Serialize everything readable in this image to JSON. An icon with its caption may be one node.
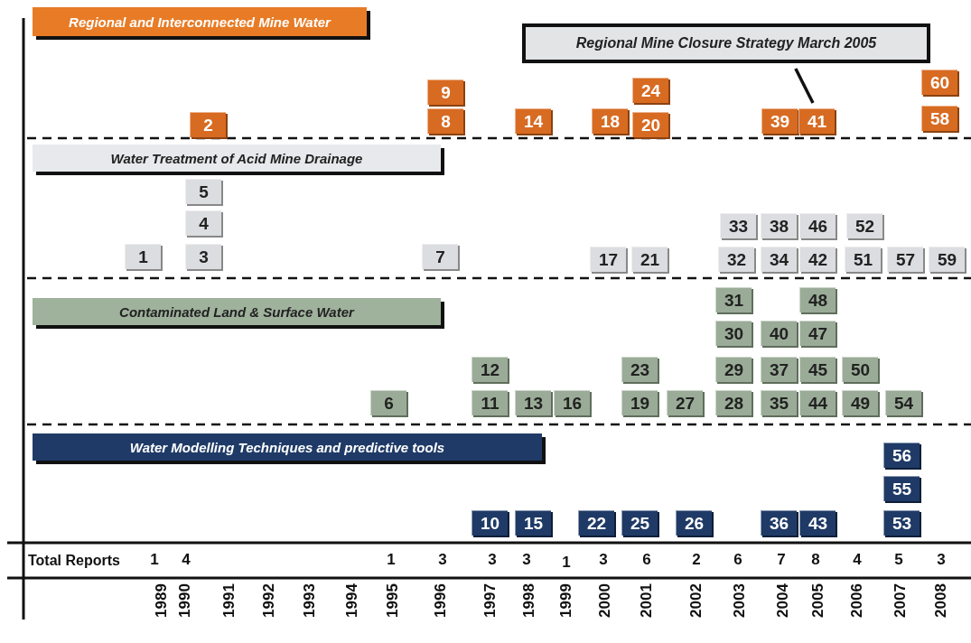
{
  "diagram": {
    "nodes": [
      {
        "text": [
          "Regional and Interconnected Mine Water"
        ]
      },
      {
        "text": [
          "Regional Mine Closure Strategy March 2005"
        ]
      },
      {
        "text": [
          "9"
        ]
      },
      {
        "text": [
          "24"
        ]
      },
      {
        "text": [
          "60"
        ]
      },
      {
        "text": [
          "2"
        ]
      },
      {
        "text": [
          "8"
        ]
      },
      {
        "text": [
          "14"
        ]
      },
      {
        "text": [
          "18"
        ]
      },
      {
        "text": [
          "20"
        ]
      },
      {
        "text": [
          "39"
        ]
      },
      {
        "text": [
          "41"
        ]
      },
      {
        "text": [
          "58"
        ]
      },
      {
        "text": [
          "Water Treatment of Acid Mine Drainage"
        ]
      },
      {
        "text": [
          "5"
        ]
      },
      {
        "text": [
          "4"
        ]
      },
      {
        "text": [
          "33"
        ]
      },
      {
        "text": [
          "38"
        ]
      },
      {
        "text": [
          "46"
        ]
      },
      {
        "text": [
          "52"
        ]
      },
      {
        "text": [
          "1"
        ]
      },
      {
        "text": [
          "3"
        ]
      },
      {
        "text": [
          "7"
        ]
      },
      {
        "text": [
          "17"
        ]
      },
      {
        "text": [
          "21"
        ]
      },
      {
        "text": [
          "32"
        ]
      },
      {
        "text": [
          "34"
        ]
      },
      {
        "text": [
          "42"
        ]
      },
      {
        "text": [
          "51"
        ]
      },
      {
        "text": [
          "57"
        ]
      },
      {
        "text": [
          "59"
        ]
      },
      {
        "text": [
          "31"
        ]
      },
      {
        "text": [
          "48"
        ]
      },
      {
        "text": [
          "Contaminated Land & Surface Water"
        ]
      },
      {
        "text": [
          "30"
        ]
      },
      {
        "text": [
          "40"
        ]
      },
      {
        "text": [
          "47"
        ]
      },
      {
        "text": [
          "12"
        ]
      },
      {
        "text": [
          "23"
        ]
      },
      {
        "text": [
          "29"
        ]
      },
      {
        "text": [
          "37"
        ]
      },
      {
        "text": [
          "45"
        ]
      },
      {
        "text": [
          "50"
        ]
      },
      {
        "text": [
          "6"
        ]
      },
      {
        "text": [
          "11"
        ]
      },
      {
        "text": [
          "13"
        ]
      },
      {
        "text": [
          "16"
        ]
      },
      {
        "text": [
          "19"
        ]
      },
      {
        "text": [
          "27"
        ]
      },
      {
        "text": [
          "28"
        ]
      },
      {
        "text": [
          "35"
        ]
      },
      {
        "text": [
          "44"
        ]
      },
      {
        "text": [
          "49"
        ]
      },
      {
        "text": [
          "54"
        ]
      },
      {
        "text": [
          "Water Modelling Techniques and predictive tools"
        ]
      },
      {
        "text": [
          "56"
        ]
      },
      {
        "text": [
          "55"
        ]
      },
      {
        "text": [
          "10"
        ]
      },
      {
        "text": [
          "15"
        ]
      },
      {
        "text": [
          "22"
        ]
      },
      {
        "text": [
          "25"
        ]
      },
      {
        "text": [
          "26"
        ]
      },
      {
        "text": [
          "36"
        ]
      },
      {
        "text": [
          "43"
        ]
      },
      {
        "text": [
          "53"
        ]
      }
    ],
    "edges": [
      {
        "from": 1,
        "to": 11,
        "arrow": "none"
      }
    ],
    "labels": [
      "Total Reports",
      "1",
      "4",
      "1",
      "3",
      "3",
      "3",
      "1",
      "3",
      "6",
      "2",
      "6",
      "7",
      "8",
      "4",
      "5",
      "3",
      "1989",
      "1990",
      "1991",
      "1992",
      "1993",
      "1994",
      "1995",
      "1996",
      "1997",
      "1998",
      "1999",
      "2000",
      "2001",
      "2002",
      "2003",
      "2004",
      "2005",
      "2006",
      "2007",
      "2008"
    ]
  }
}
